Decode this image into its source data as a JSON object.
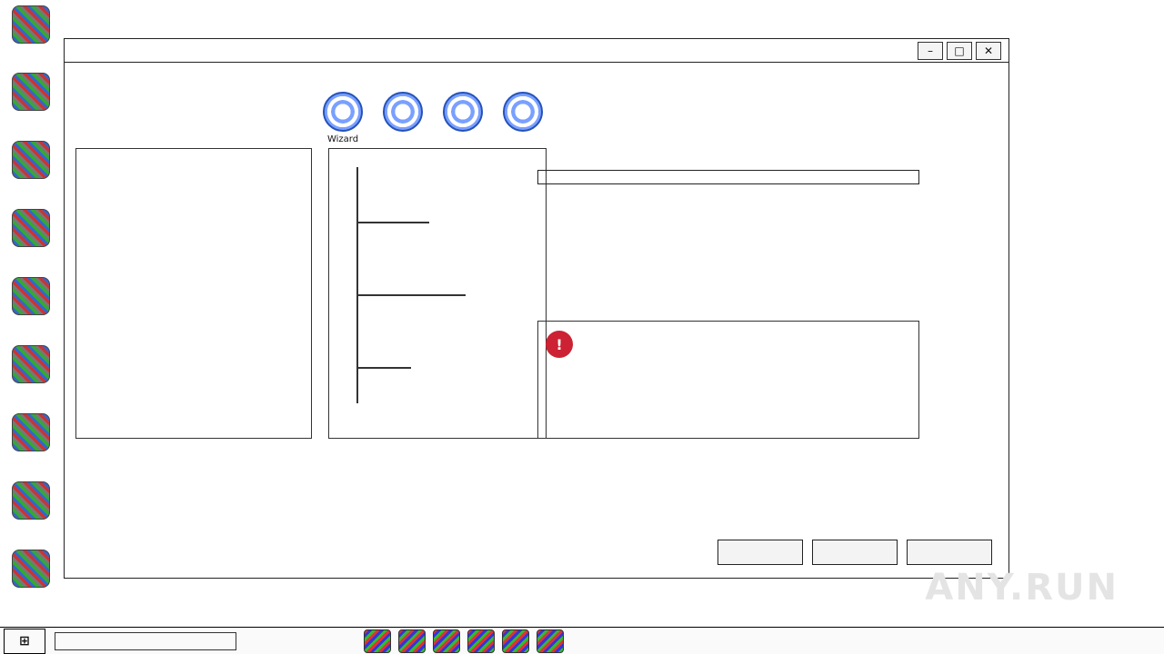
{
  "desktop": {
    "icons": [
      {
        "label": ""
      },
      {
        "label": ""
      },
      {
        "label": ""
      },
      {
        "label": ""
      },
      {
        "label": ""
      },
      {
        "label": ""
      },
      {
        "label": ""
      },
      {
        "label": ""
      },
      {
        "label": ""
      }
    ]
  },
  "window": {
    "title": "",
    "toolbar": [
      {
        "label": "Wizard"
      },
      {
        "label": ""
      },
      {
        "label": ""
      },
      {
        "label": ""
      }
    ],
    "left_panel": {
      "heading": "",
      "rows": []
    },
    "progress": {
      "caption": "",
      "fraction": 0.0
    },
    "status": {
      "lines": []
    },
    "buttons": {
      "back": "",
      "next": "",
      "cancel": ""
    }
  },
  "taskbar": {
    "search_placeholder": "",
    "time": "",
    "date": ""
  },
  "watermark": "ANY.RUN"
}
